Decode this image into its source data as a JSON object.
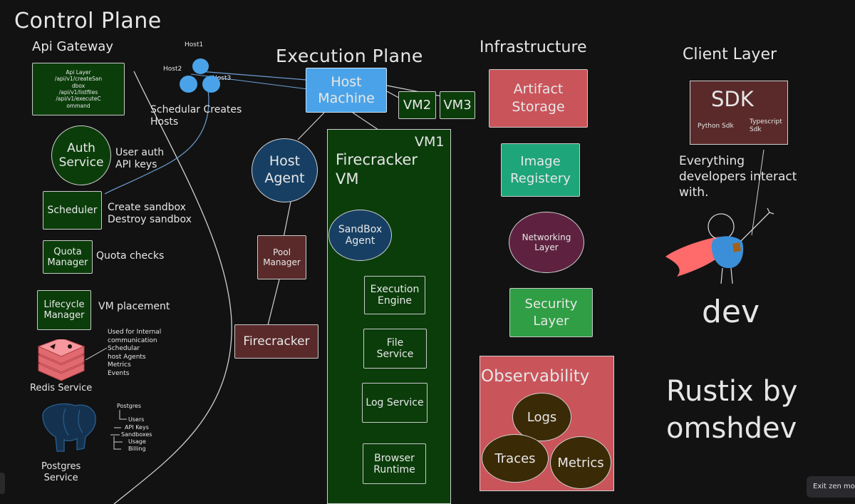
{
  "control_plane": {
    "title": "Control Plane",
    "api_gateway_title": "Api Gateway",
    "api_layer_text": "Api Layer\n/api/v1/createSan\ndbox\n/api/v1/listfiles\n/api/v1/executeC\nommand",
    "hosts": {
      "host1": "Host1",
      "host2": "Host2",
      "host3": "Host3"
    },
    "scheduler_creates_hosts": "Schedular Creates\nHosts",
    "auth_service": "Auth\nService",
    "auth_note": "User auth\nAPI keys",
    "scheduler": "Scheduler",
    "scheduler_note": "Create sandbox\nDestroy sandbox",
    "quota_manager": "Quota\nManager",
    "quota_note": "Quota checks",
    "lifecycle_manager": "Lifecycle\nManager",
    "lifecycle_note": "VM placement",
    "redis_note": "Used for Internal\ncommunication\nSchedular\nhost Agents\nMetrics\nEvents",
    "redis_label": "Redis Service",
    "postgres_tree": [
      "Postgres",
      "Users",
      "API Keys",
      "Sandboxes",
      "Usage",
      "Billing"
    ],
    "postgres_label": "Postgres\nService"
  },
  "execution_plane": {
    "title": "Execution Plane",
    "host_machine": "Host\nMachine",
    "vm2": "VM2",
    "vm3": "VM3",
    "vm1": "VM1",
    "firecracker_vm": "Firecracker\nVM",
    "host_agent": "Host\nAgent",
    "pool_manager": "Pool\nManager",
    "firecracker": "Firecracker",
    "sandbox_agent": "SandBox\nAgent",
    "execution_engine": "Execution\nEngine",
    "file_service": "File\nService",
    "log_service": "Log Service",
    "browser_runtime": "Browser\nRuntime"
  },
  "infrastructure": {
    "title": "Infrastructure",
    "artifact_storage": "Artifact\nStorage",
    "image_registry": "Image\nRegistery",
    "networking_layer": "Networking\nLayer",
    "security_layer": "Security\nLayer",
    "observability": "Observability",
    "logs": "Logs",
    "traces": "Traces",
    "metrics": "Metrics"
  },
  "client_layer": {
    "title": "Client Layer",
    "sdk": "SDK",
    "python_sdk": "Python Sdk",
    "typescript_sdk": "Typescript\nSdk",
    "note": "Everything\ndevelopers interact\nwith.",
    "dev": "dev",
    "credit": "Rustix by\nomshdev"
  },
  "ui": {
    "exit_zen_mode": "Exit zen mode"
  },
  "colors": {
    "bg": "#121212",
    "dark_green": "#0b3d0b",
    "blue": "#4aa3e8",
    "navy": "#173f63",
    "maroon": "#5a2a2a",
    "red": "#c9545a",
    "teal": "#1fa57a",
    "green": "#2f9e44",
    "plum": "#5e2240",
    "brown": "#3a2a05",
    "pink": "#f2848a",
    "cape": "#ff6b6b"
  }
}
